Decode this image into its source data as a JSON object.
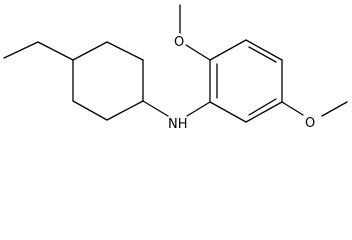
{
  "molecule": {
    "atoms": {
      "nh": "NH",
      "o_top": "O",
      "o_right": "O"
    },
    "colors": {
      "bond": "#000000",
      "label": "#000000",
      "background": "#ffffff"
    }
  }
}
